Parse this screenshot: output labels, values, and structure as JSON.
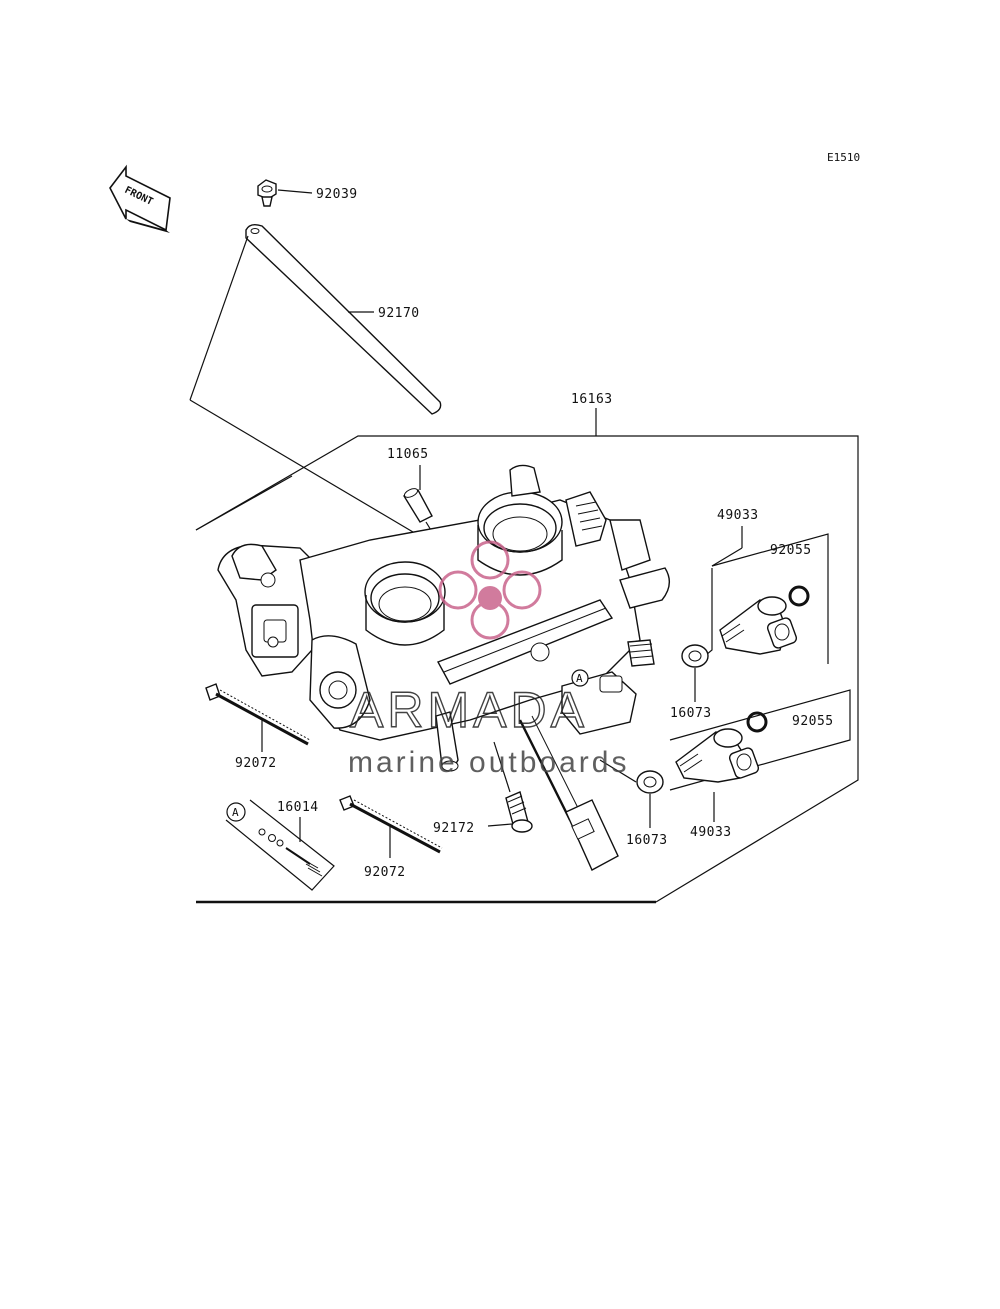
{
  "diagram_code": "E1510",
  "front_arrow_label": "FRONT",
  "callouts": {
    "c92039": "92039",
    "c92170": "92170",
    "c16163": "16163",
    "c11065": "11065",
    "c49033_top": "49033",
    "c92055_top": "92055",
    "c16073_top": "16073",
    "c92055_bottom": "92055",
    "c16073_bottom": "16073",
    "c49033_bottom": "49033",
    "c92072_left": "92072",
    "c16014": "16014",
    "c92172": "92172",
    "c92072_bottom": "92072"
  },
  "reference_marks": {
    "a_main": "A",
    "a_kit": "A"
  },
  "watermark": {
    "brand": "ARMADA",
    "tagline": "marine outboards",
    "color": "#c9648c"
  }
}
